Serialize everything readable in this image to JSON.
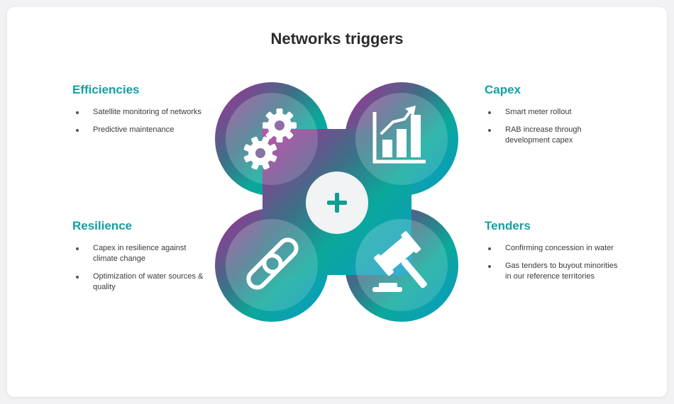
{
  "title": "Networks triggers",
  "sections": {
    "efficiencies": {
      "heading": "Efficiencies",
      "items": [
        "Satellite monitoring of networks",
        "Predictive maintenance"
      ]
    },
    "resilience": {
      "heading": "Resilience",
      "items": [
        "Capex in resilience against climate change",
        "Optimization of water sources & quality"
      ]
    },
    "capex": {
      "heading": "Capex",
      "items": [
        "Smart meter rollout",
        "RAB increase through development capex"
      ]
    },
    "tenders": {
      "heading": "Tenders",
      "items": [
        "Confirming concession in water",
        "Gas tenders to buyout minorities in our reference territories"
      ]
    }
  },
  "icons": {
    "efficiencies": "gears-icon",
    "capex": "bar-chart-growth-icon",
    "resilience": "chain-link-icon",
    "tenders": "gavel-icon",
    "center": "plus-icon"
  },
  "colors": {
    "heading": "#12a0a2",
    "magenta": "#b0279a",
    "slate": "#3e6f86",
    "teal": "#0aa89a",
    "blue": "#0a9ac8",
    "center_bg": "#f2f3f4",
    "center_plus": "#0f9e92"
  }
}
